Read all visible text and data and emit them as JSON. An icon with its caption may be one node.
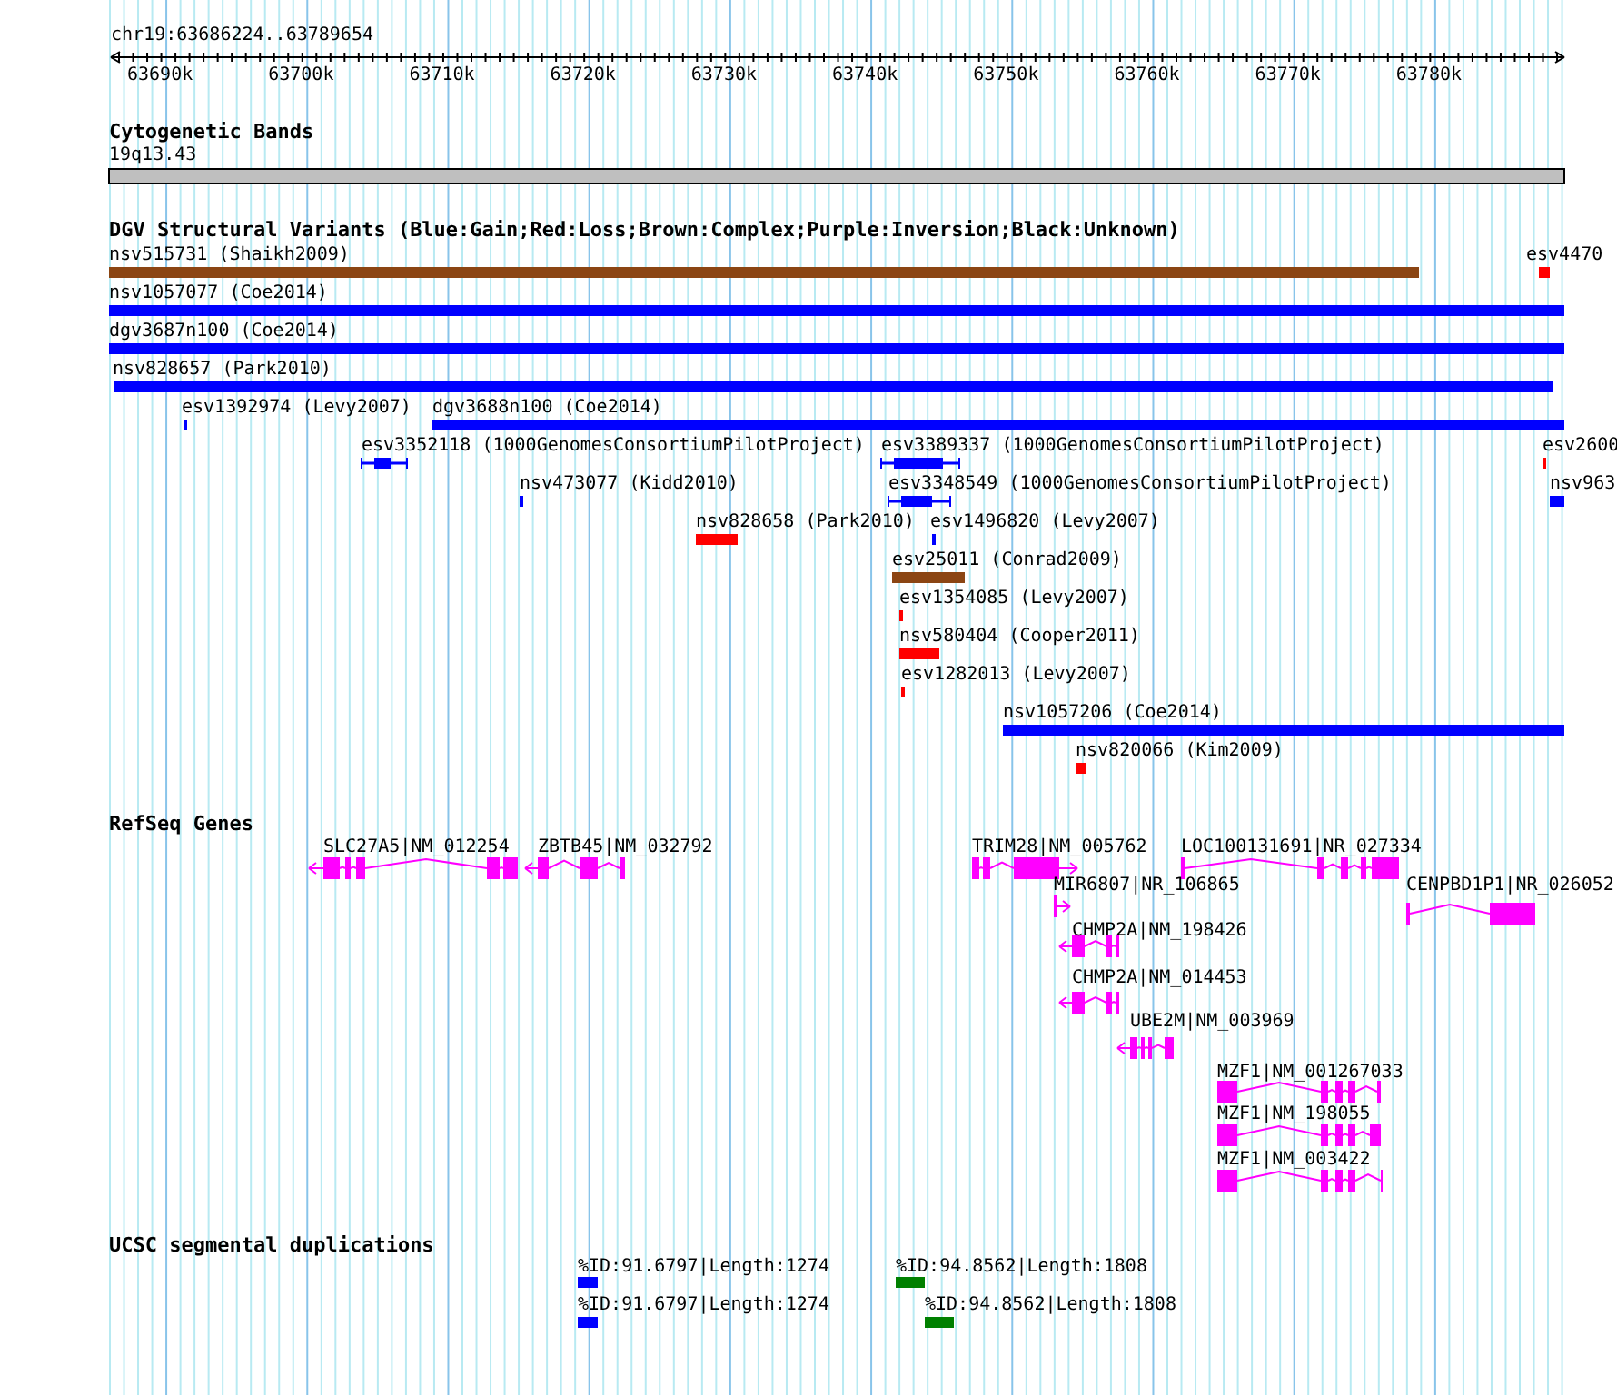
{
  "diagram": {
    "labels": [
      "chr19:63686224..63789654",
      "63690k",
      "63700k",
      "63710k",
      "63720k",
      "63730k",
      "63740k",
      "63750k",
      "63760k",
      "63770k",
      "63780k",
      "Cytogenetic Bands",
      "19q13.43",
      "DGV Structural Variants (Blue:Gain;Red:Loss;Brown:Complex;Purple:Inversion;Black:Unknown)",
      "nsv515731 (Shaikh2009)",
      "esv4470",
      "nsv1057077 (Coe2014)",
      "dgv3687n100 (Coe2014)",
      "nsv828657 (Park2010)",
      "esv1392974 (Levy2007)",
      "dgv3688n100 (Coe2014)",
      "esv3352118 (1000GenomesConsortiumPilotProject)",
      "esv3389337 (1000GenomesConsortiumPilotProject)",
      "esv2600",
      "nsv473077 (Kidd2010)",
      "esv3348549 (1000GenomesConsortiumPilotProject)",
      "nsv963",
      "nsv828658 (Park2010)",
      "esv1496820 (Levy2007)",
      "esv25011 (Conrad2009)",
      "esv1354085 (Levy2007)",
      "nsv580404 (Cooper2011)",
      "esv1282013 (Levy2007)",
      "nsv1057206 (Coe2014)",
      "nsv820066 (Kim2009)",
      "RefSeq Genes",
      "SLC27A5|NM_012254",
      "ZBTB45|NM_032792",
      "TRIM28|NM_005762",
      "LOC100131691|NR_027334",
      "MIR6807|NR_106865",
      "CENPBD1P1|NR_026052",
      "CHMP2A|NM_198426",
      "CHMP2A|NM_014453",
      "UBE2M|NM_003969",
      "MZF1|NM_001267033",
      "MZF1|NM_198055",
      "MZF1|NM_003422",
      "UCSC segmental duplications",
      "%ID:91.6797|Length:1274",
      "%ID:94.8562|Length:1808",
      "%ID:91.6797|Length:1274",
      "%ID:94.8562|Length:1808"
    ]
  }
}
